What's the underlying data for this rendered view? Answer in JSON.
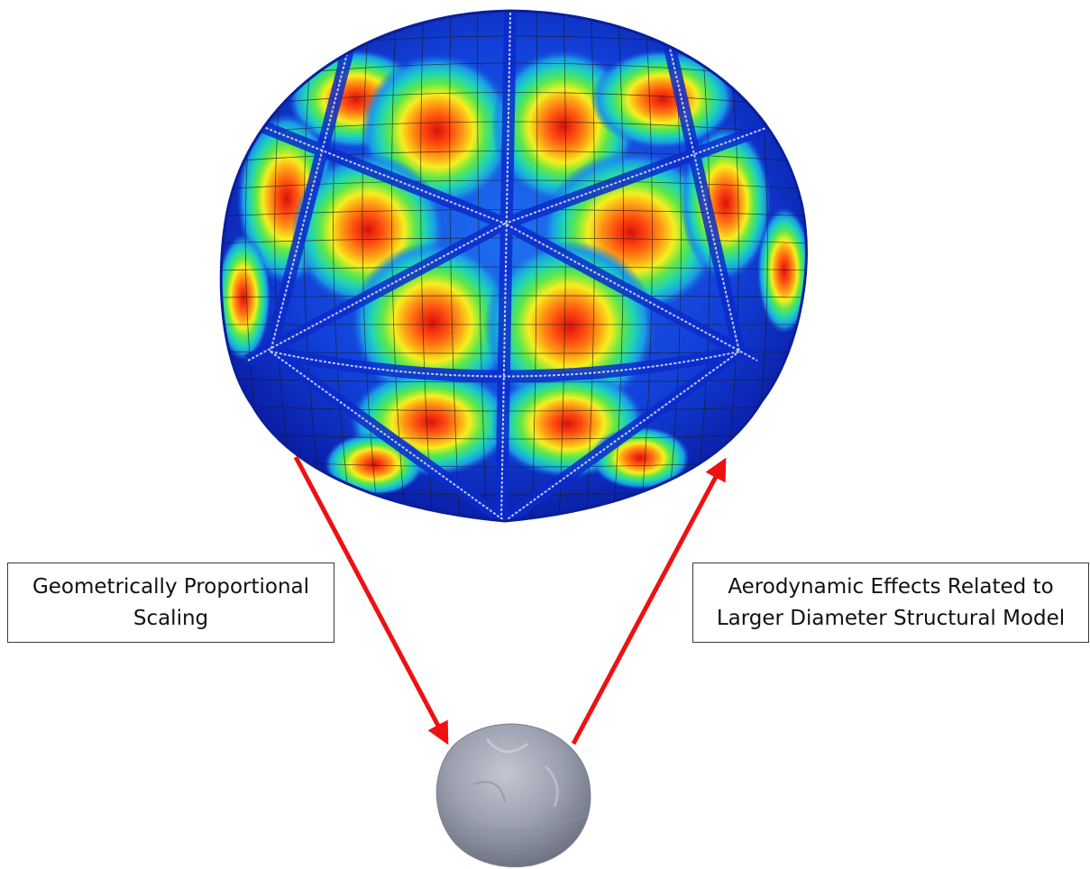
{
  "labels": {
    "left": "Geometrically Proportional\nScaling",
    "right": "Aerodynamic Effects Related to\nLarger Diameter Structural Model"
  },
  "colors": {
    "arrow": "#ee1111",
    "contour_low": "#0a2fd6",
    "contour_mid": "#1fd0c8",
    "contour_green": "#33e04a",
    "contour_yellow": "#f5ef1d",
    "contour_orange": "#ff7a12",
    "contour_high": "#e21a10",
    "mesh_line": "#1a1a1a",
    "small_model": "#9a9fad"
  },
  "figure": {
    "large_model": "fem-stress-contour-sphere",
    "small_model": "grey-crumpled-sphere",
    "arrows": [
      "arrow-down-left-to-small",
      "arrow-up-right-to-large"
    ]
  }
}
